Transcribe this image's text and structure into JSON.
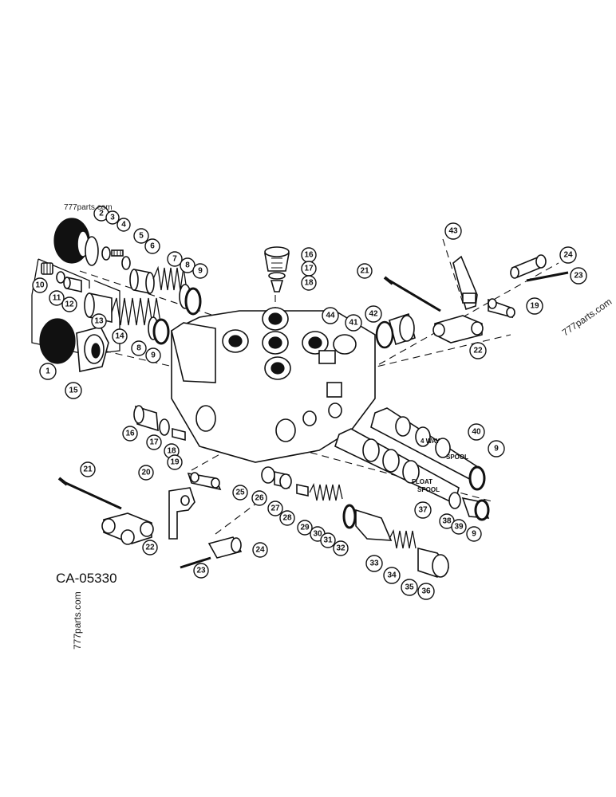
{
  "drawing_number": "CA-05330",
  "watermarks": [
    "777parts.com",
    "777parts.com",
    "777parts.com"
  ],
  "spool_labels": {
    "four_way": [
      "4 WAY",
      "SPOOL"
    ],
    "float": [
      "FLOAT",
      "SPOOL"
    ]
  },
  "callouts": [
    {
      "id": "c1",
      "label": "1"
    },
    {
      "id": "c2",
      "label": "2"
    },
    {
      "id": "c3",
      "label": "3"
    },
    {
      "id": "c4",
      "label": "4"
    },
    {
      "id": "c5",
      "label": "5"
    },
    {
      "id": "c6",
      "label": "6"
    },
    {
      "id": "c7",
      "label": "7"
    },
    {
      "id": "c8a",
      "label": "8"
    },
    {
      "id": "c8b",
      "label": "8"
    },
    {
      "id": "c9a",
      "label": "9"
    },
    {
      "id": "c9b",
      "label": "9"
    },
    {
      "id": "c9c",
      "label": "9"
    },
    {
      "id": "c9d",
      "label": "9"
    },
    {
      "id": "c10",
      "label": "10"
    },
    {
      "id": "c11",
      "label": "11"
    },
    {
      "id": "c12",
      "label": "12"
    },
    {
      "id": "c13",
      "label": "13"
    },
    {
      "id": "c14",
      "label": "14"
    },
    {
      "id": "c15",
      "label": "15"
    },
    {
      "id": "c16a",
      "label": "16"
    },
    {
      "id": "c16b",
      "label": "16"
    },
    {
      "id": "c17a",
      "label": "17"
    },
    {
      "id": "c17b",
      "label": "17"
    },
    {
      "id": "c18a",
      "label": "18"
    },
    {
      "id": "c18b",
      "label": "18"
    },
    {
      "id": "c19a",
      "label": "19"
    },
    {
      "id": "c19b",
      "label": "19"
    },
    {
      "id": "c20",
      "label": "20"
    },
    {
      "id": "c21a",
      "label": "21"
    },
    {
      "id": "c21b",
      "label": "21"
    },
    {
      "id": "c22a",
      "label": "22"
    },
    {
      "id": "c22b",
      "label": "22"
    },
    {
      "id": "c23a",
      "label": "23"
    },
    {
      "id": "c23b",
      "label": "23"
    },
    {
      "id": "c24a",
      "label": "24"
    },
    {
      "id": "c24b",
      "label": "24"
    },
    {
      "id": "c25",
      "label": "25"
    },
    {
      "id": "c26",
      "label": "26"
    },
    {
      "id": "c27",
      "label": "27"
    },
    {
      "id": "c28",
      "label": "28"
    },
    {
      "id": "c29",
      "label": "29"
    },
    {
      "id": "c30",
      "label": "30"
    },
    {
      "id": "c31",
      "label": "31"
    },
    {
      "id": "c32",
      "label": "32"
    },
    {
      "id": "c33",
      "label": "33"
    },
    {
      "id": "c34",
      "label": "34"
    },
    {
      "id": "c35",
      "label": "35"
    },
    {
      "id": "c36",
      "label": "36"
    },
    {
      "id": "c37",
      "label": "37"
    },
    {
      "id": "c38",
      "label": "38"
    },
    {
      "id": "c39",
      "label": "39"
    },
    {
      "id": "c40",
      "label": "40"
    },
    {
      "id": "c41",
      "label": "41"
    },
    {
      "id": "c42",
      "label": "42"
    },
    {
      "id": "c43",
      "label": "43"
    },
    {
      "id": "c44",
      "label": "44"
    }
  ]
}
